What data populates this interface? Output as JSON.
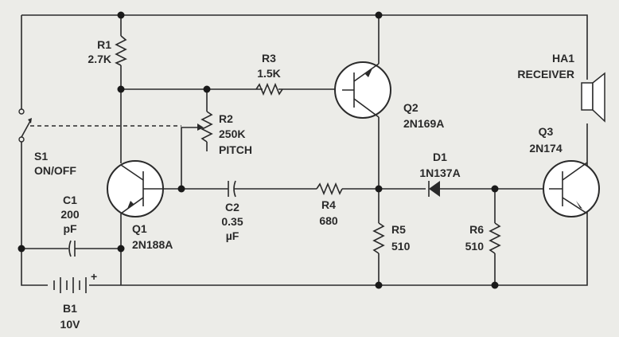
{
  "components": {
    "R1": {
      "ref": "R1",
      "value": "2.7K"
    },
    "R2": {
      "ref": "R2",
      "value": "250K",
      "note": "PITCH"
    },
    "R3": {
      "ref": "R3",
      "value": "1.5K"
    },
    "R4": {
      "ref": "R4",
      "value": "680"
    },
    "R5": {
      "ref": "R5",
      "value": "510"
    },
    "R6": {
      "ref": "R6",
      "value": "510"
    },
    "C1": {
      "ref": "C1",
      "value": "200",
      "unit": "pF"
    },
    "C2": {
      "ref": "C2",
      "value": "0.35",
      "unit": "µF"
    },
    "Q1": {
      "ref": "Q1",
      "value": "2N188A"
    },
    "Q2": {
      "ref": "Q2",
      "value": "2N169A"
    },
    "Q3": {
      "ref": "Q3",
      "value": "2N174"
    },
    "D1": {
      "ref": "D1",
      "value": "1N137A"
    },
    "S1": {
      "ref": "S1",
      "value": "ON/OFF"
    },
    "B1": {
      "ref": "B1",
      "value": "10V",
      "polarity": "+"
    },
    "HA1": {
      "ref": "HA1",
      "value": "RECEIVER"
    }
  },
  "colors": {
    "background": "#ecece8",
    "ink": "#2a2a2a"
  }
}
